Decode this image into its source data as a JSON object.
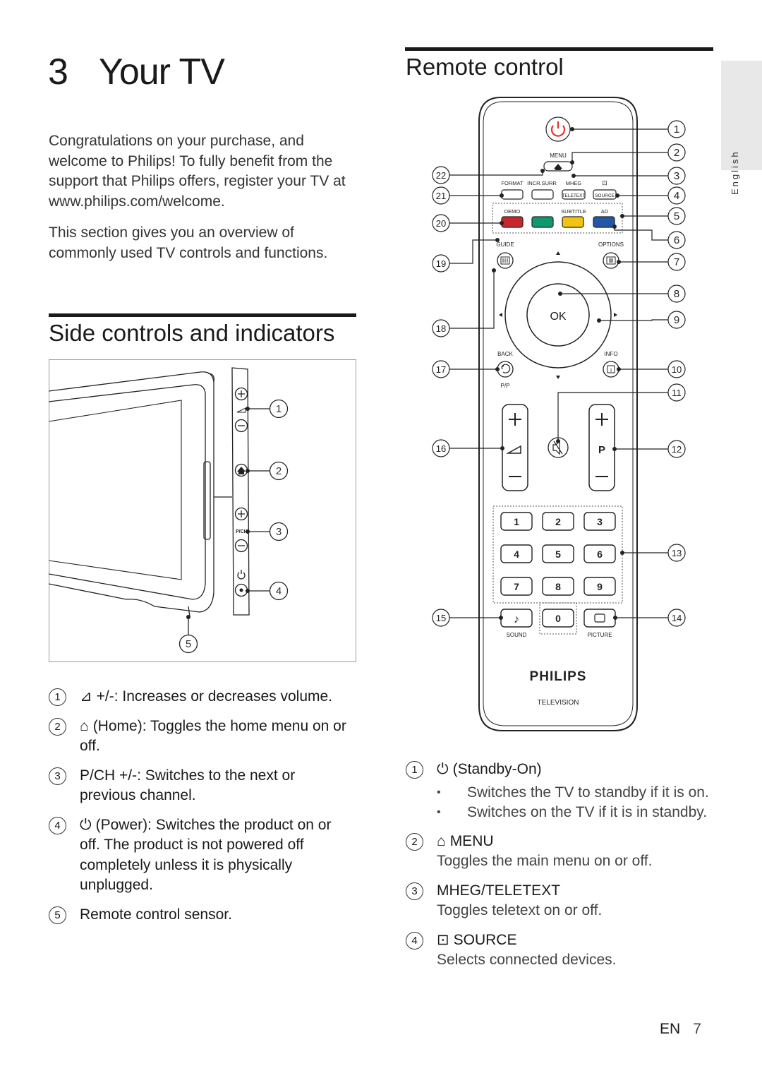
{
  "side_tab": "English",
  "chapter": {
    "number": "3",
    "title": "Your TV"
  },
  "intro": {
    "p1": "Congratulations on your purchase, and welcome to Philips! To fully benefit from the support that Philips offers, register your TV at www.philips.com/welcome.",
    "p2": "This section gives you an overview of commonly used TV controls and functions."
  },
  "side_section": {
    "title": "Side controls and indicators",
    "tv_labels": {
      "pch": "P/CH",
      "callouts": [
        "1",
        "2",
        "3",
        "4",
        "5"
      ]
    },
    "items": [
      {
        "num": "1",
        "symbol": "⊿",
        "text": "+/-: Increases or decreases volume."
      },
      {
        "num": "2",
        "symbol": "⌂",
        "text": "(Home): Toggles the home menu on or off."
      },
      {
        "num": "3",
        "symbol": "",
        "text": "P/CH +/-: Switches to the next or previous channel."
      },
      {
        "num": "4",
        "symbol": "⏻",
        "text": "(Power): Switches the product on or off. The product is not powered off completely unless it is physically unplugged."
      },
      {
        "num": "5",
        "symbol": "",
        "text": "Remote control sensor."
      }
    ]
  },
  "remote_section": {
    "title": "Remote control",
    "labels": {
      "menu": "MENU",
      "format": "FORMAT",
      "incr_surr": "INCR.SURR",
      "mheg": "MHEG",
      "teletext_btn": "TELETEXT",
      "source_btn": "SOURCE",
      "demo": "DEMO",
      "subtitle": "SUBTITLE",
      "ad": "AD",
      "guide": "GUIDE",
      "options": "OPTIONS",
      "ok": "OK",
      "back": "BACK",
      "info": "INFO",
      "pp": "P/P",
      "p": "P",
      "sound": "SOUND",
      "picture": "PICTURE",
      "brand": "PHILIPS",
      "brand_sub": "TELEVISION",
      "keys": [
        "1",
        "2",
        "3",
        "4",
        "5",
        "6",
        "7",
        "8",
        "9",
        "0"
      ]
    },
    "callouts_right": [
      "1",
      "2",
      "3",
      "4",
      "5",
      "6",
      "7",
      "8",
      "9",
      "10",
      "11",
      "12",
      "13",
      "14"
    ],
    "callouts_left": [
      "22",
      "21",
      "20",
      "19",
      "18",
      "17",
      "16",
      "15"
    ],
    "button_colors": {
      "red": "#c8262a",
      "green": "#0e9a6e",
      "yellow": "#f2c40f",
      "blue": "#2456a6",
      "power": "#e6332a"
    },
    "items": [
      {
        "num": "1",
        "symbol": "⏻",
        "heading": "(Standby-On)",
        "bullets": [
          "Switches the TV to standby if it is on.",
          "Switches on the TV if it is in standby."
        ]
      },
      {
        "num": "2",
        "symbol": "⌂",
        "heading": "MENU",
        "desc": "Toggles the main menu on or off."
      },
      {
        "num": "3",
        "symbol": "",
        "heading": "MHEG/TELETEXT",
        "desc": "Toggles teletext on or off."
      },
      {
        "num": "4",
        "symbol": "⊡",
        "heading": "SOURCE",
        "desc": "Selects connected devices."
      }
    ]
  },
  "footer": {
    "lang": "EN",
    "page": "7"
  }
}
